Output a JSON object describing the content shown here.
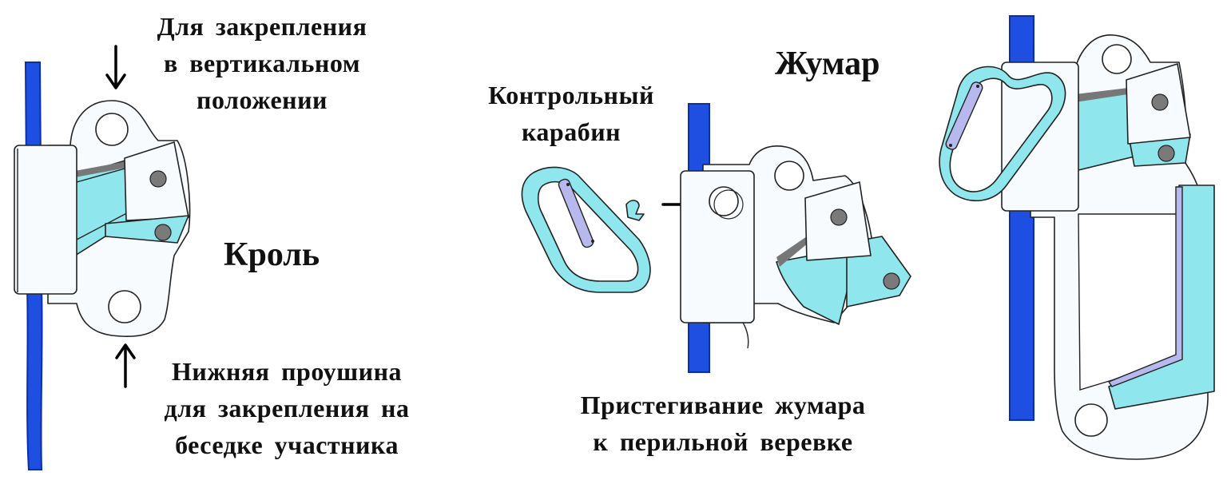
{
  "labels": {
    "top_attach": [
      "Для закрепления",
      "в вертикальном",
      "положении"
    ],
    "krol_title": "Кроль",
    "bottom_eye": [
      "Нижняя проушина",
      "для закрепления на",
      "беседке участника"
    ],
    "control_carabiner": [
      "Контрольный",
      "карабин"
    ],
    "jumar_title": "Жумар",
    "clipping": [
      "Пристегивание жумара",
      "к перильной веревке"
    ]
  },
  "colors": {
    "rope": "#1f4fe0",
    "rope_dark": "#0a2fa8",
    "aqua": "#8fe6ec",
    "aqua_light": "#c9f3f6",
    "body": "#f7fbfd",
    "outline": "#222222",
    "gate": "#b7b8ee",
    "bolt": "#7a7a7a",
    "cam_shadow": "#777777"
  }
}
